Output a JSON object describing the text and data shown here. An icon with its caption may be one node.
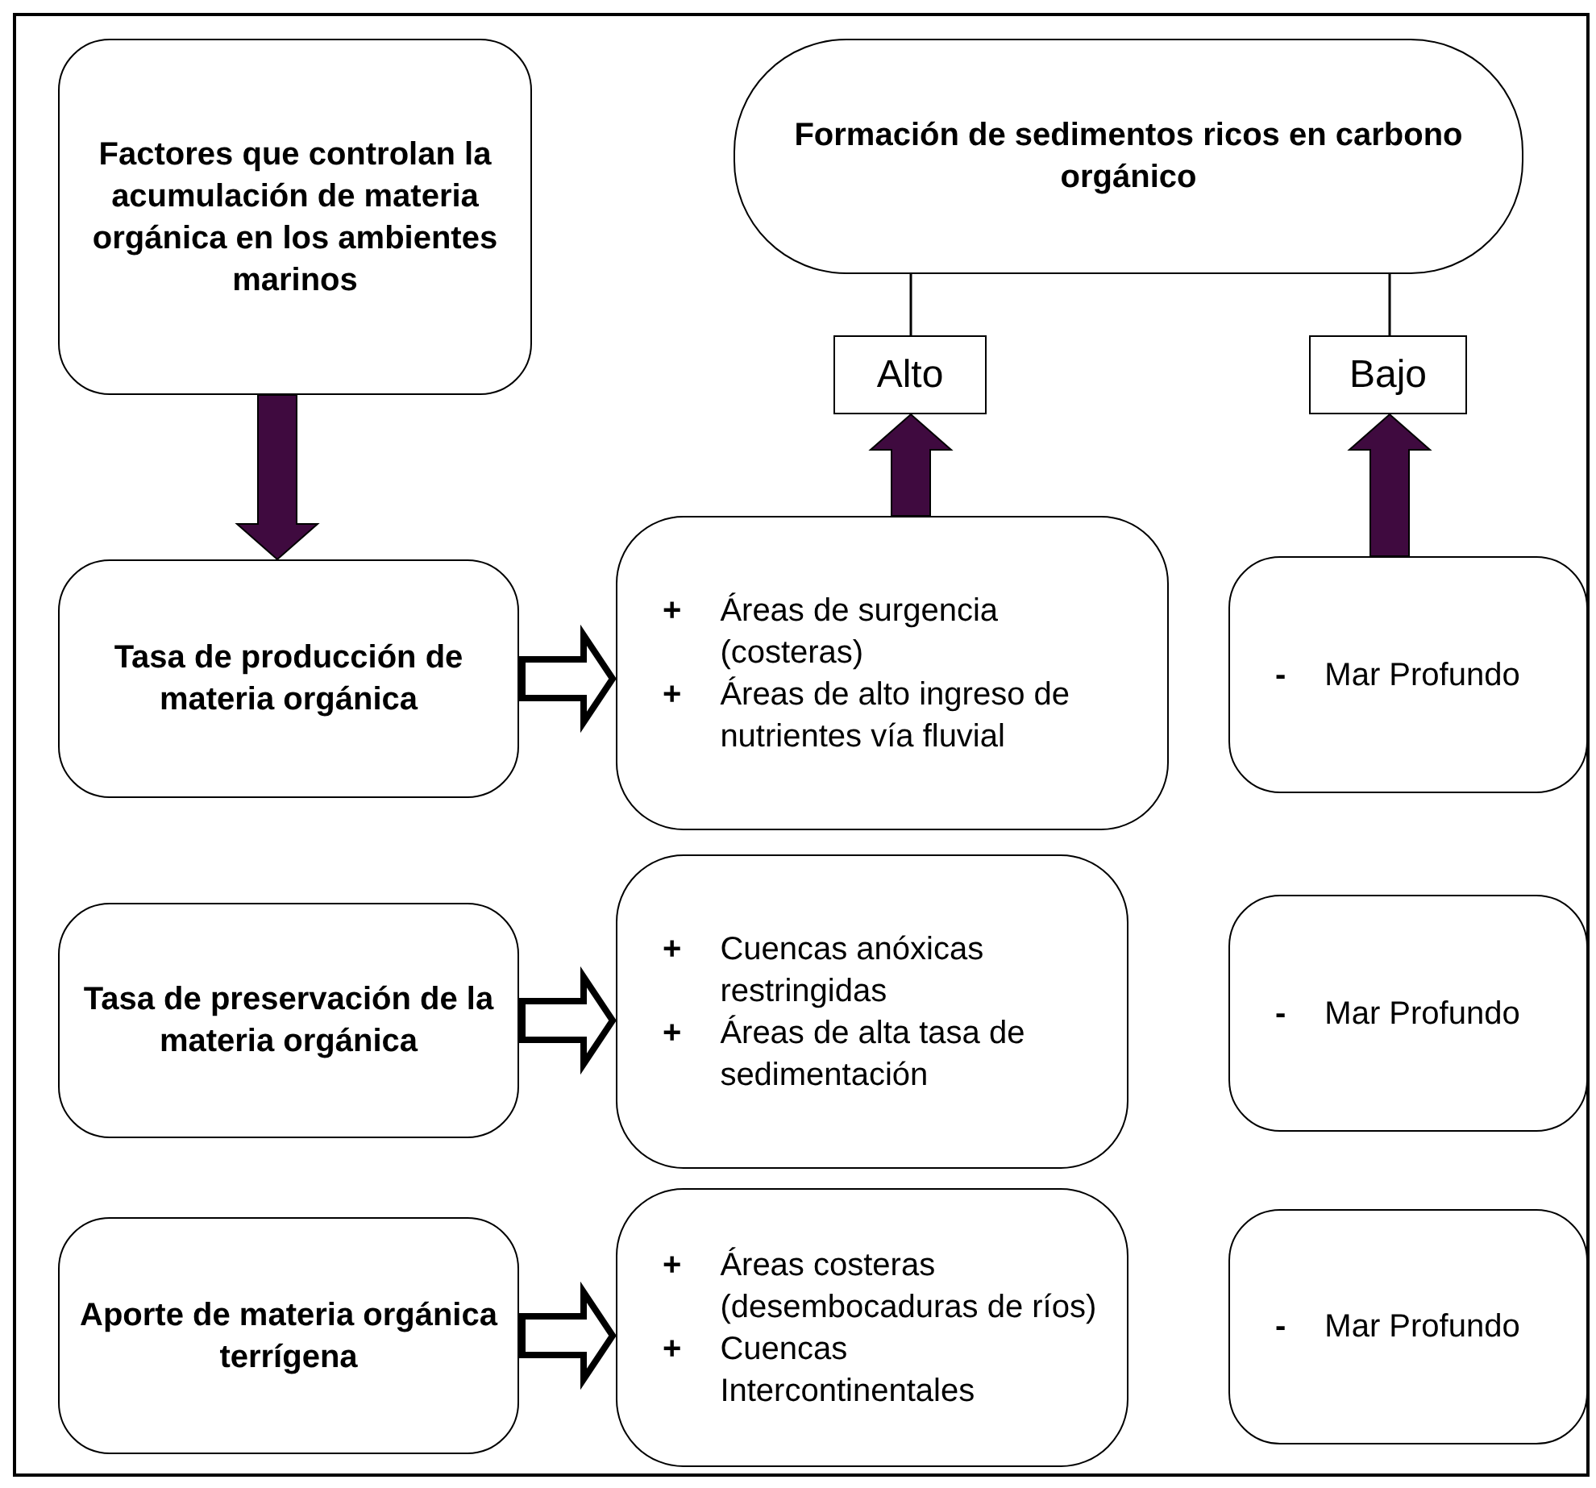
{
  "diagram": {
    "nodes": [
      {
        "text": [
          "Factores que controlan la acumulación de materia orgánica en los ambientes marinos"
        ]
      },
      {
        "text": [
          "Formación de sedimentos ricos en carbono orgánico"
        ]
      },
      {
        "text": [
          "Alto"
        ]
      },
      {
        "text": [
          "Bajo"
        ]
      },
      {
        "text": [
          "Tasa de producción de materia  orgánica"
        ]
      },
      {
        "text": [
          "+",
          "Áreas de surgencia (costeras)",
          "+",
          "Áreas de alto ingreso de nutrientes vía fluvial"
        ]
      },
      {
        "text": [
          "-",
          "Mar Profundo"
        ]
      },
      {
        "text": [
          "Tasa de preservación de la materia orgánica"
        ]
      },
      {
        "text": [
          "+",
          "Cuencas anóxicas restringidas",
          "+",
          "Áreas de alta tasa de sedimentación"
        ]
      },
      {
        "text": [
          "-",
          "Mar Profundo"
        ]
      },
      {
        "text": [
          "Aporte de materia orgánica terrígena"
        ]
      },
      {
        "text": [
          "+",
          "Áreas costeras (desembocaduras de ríos)",
          "+",
          "Cuencas Intercontinentales"
        ]
      },
      {
        "text": [
          "-",
          "Mar Profundo"
        ]
      }
    ],
    "edges": [
      {
        "from": 0,
        "to": 4,
        "arrow": "to",
        "style": "thick",
        "color": "#3f0a3f"
      },
      {
        "from": 1,
        "to": 2,
        "arrow": "none"
      },
      {
        "from": 1,
        "to": 3,
        "arrow": "none"
      },
      {
        "from": 4,
        "to": 5,
        "arrow": "to",
        "style": "thick"
      },
      {
        "from": 7,
        "to": 8,
        "arrow": "to",
        "style": "thick"
      },
      {
        "from": 10,
        "to": 11,
        "arrow": "to",
        "style": "thick"
      },
      {
        "from": 5,
        "to": 2,
        "arrow": "to",
        "style": "thick",
        "color": "#3f0a3f"
      },
      {
        "from": 6,
        "to": 3,
        "arrow": "to",
        "style": "thick",
        "color": "#3f0a3f"
      }
    ]
  }
}
